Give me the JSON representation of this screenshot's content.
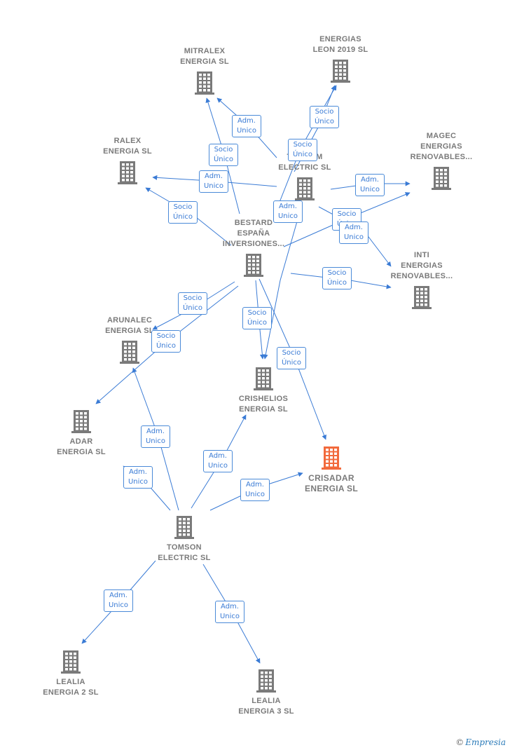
{
  "colors": {
    "building": "#7a7a7a",
    "highlight": "#f26a3c",
    "edge": "#3a7bd5"
  },
  "nodes": [
    {
      "id": "energias_leon",
      "label": "ENERGIAS\nLEON 2019  SL",
      "highlight": false
    },
    {
      "id": "mitralex",
      "label": "MITRALEX\nENERGIA  SL",
      "highlight": false
    },
    {
      "id": "ralex",
      "label": "RALEX\nENERGIA  SL",
      "highlight": false
    },
    {
      "id": "magec",
      "label": "MAGEC\nENERGIAS\nRENOVABLES...",
      "highlight": false
    },
    {
      "id": "tomson_top",
      "label": "TOMSOM\nELECTRIC  SL",
      "highlight": false
    },
    {
      "id": "bestard",
      "label": "BESTARD\nESPAÑA\nINVERSIONES...",
      "highlight": false
    },
    {
      "id": "inti",
      "label": "INTI\nENERGIAS\nRENOVABLES...",
      "highlight": false
    },
    {
      "id": "arunalec",
      "label": "ARUNALEC\nENERGIA  SL",
      "highlight": false
    },
    {
      "id": "crishelios",
      "label": "CRISHELIOS\nENERGIA  SL",
      "highlight": false
    },
    {
      "id": "adar",
      "label": "ADAR\nENERGIA  SL",
      "highlight": false
    },
    {
      "id": "crisadar",
      "label": "CRISADAR\nENERGIA  SL",
      "highlight": true
    },
    {
      "id": "tomson",
      "label": "TOMSON\nELECTRIC  SL",
      "highlight": false
    },
    {
      "id": "lealia2",
      "label": "LEALIA\nENERGIA 2  SL",
      "highlight": false
    },
    {
      "id": "lealia3",
      "label": "LEALIA\nENERGIA 3  SL",
      "highlight": false
    }
  ],
  "edges": [
    {
      "from": "tomson_top",
      "to": "mitralex",
      "label": "Adm.\nUnico"
    },
    {
      "from": "bestard",
      "to": "mitralex",
      "label": "Socio\nÚnico"
    },
    {
      "from": "tomson_top",
      "to": "energias_leon",
      "label": "Socio\nÚnico"
    },
    {
      "from": "tomson_top",
      "to": "energias_leon",
      "label": "Socio\nÚnico"
    },
    {
      "from": "tomson_top",
      "to": "ralex",
      "label": "Adm.\nUnico"
    },
    {
      "from": "bestard",
      "to": "ralex",
      "label": "Socio\nÚnico"
    },
    {
      "from": "tomson_top",
      "to": "magec",
      "label": "Adm.\nUnico"
    },
    {
      "from": "bestard",
      "to": "magec",
      "label": "Socio\nÚnico"
    },
    {
      "from": "tomson_top",
      "to": "inti",
      "label": "Adm.\nUnico"
    },
    {
      "from": "tomson_top",
      "to": "crishelios",
      "label": "Adm.\nUnico"
    },
    {
      "from": "bestard",
      "to": "inti",
      "label": "Socio\nÚnico"
    },
    {
      "from": "bestard",
      "to": "arunalec",
      "label": "Socio\nÚnico"
    },
    {
      "from": "bestard",
      "to": "adar",
      "label": "Socio\nÚnico"
    },
    {
      "from": "bestard",
      "to": "crishelios",
      "label": "Socio\nÚnico"
    },
    {
      "from": "bestard",
      "to": "crisadar",
      "label": "Socio\nÚnico"
    },
    {
      "from": "tomson",
      "to": "arunalec",
      "label": "Adm.\nUnico"
    },
    {
      "from": "tomson",
      "to": "adar",
      "label": "Adm.\nUnico"
    },
    {
      "from": "tomson",
      "to": "crishelios",
      "label": "Adm.\nUnico"
    },
    {
      "from": "tomson",
      "to": "crisadar",
      "label": "Adm.\nUnico"
    },
    {
      "from": "tomson",
      "to": "lealia2",
      "label": "Adm.\nUnico"
    },
    {
      "from": "tomson",
      "to": "lealia3",
      "label": "Adm.\nUnico"
    }
  ],
  "footer": {
    "copyright": "©",
    "brand": "Empresia"
  }
}
